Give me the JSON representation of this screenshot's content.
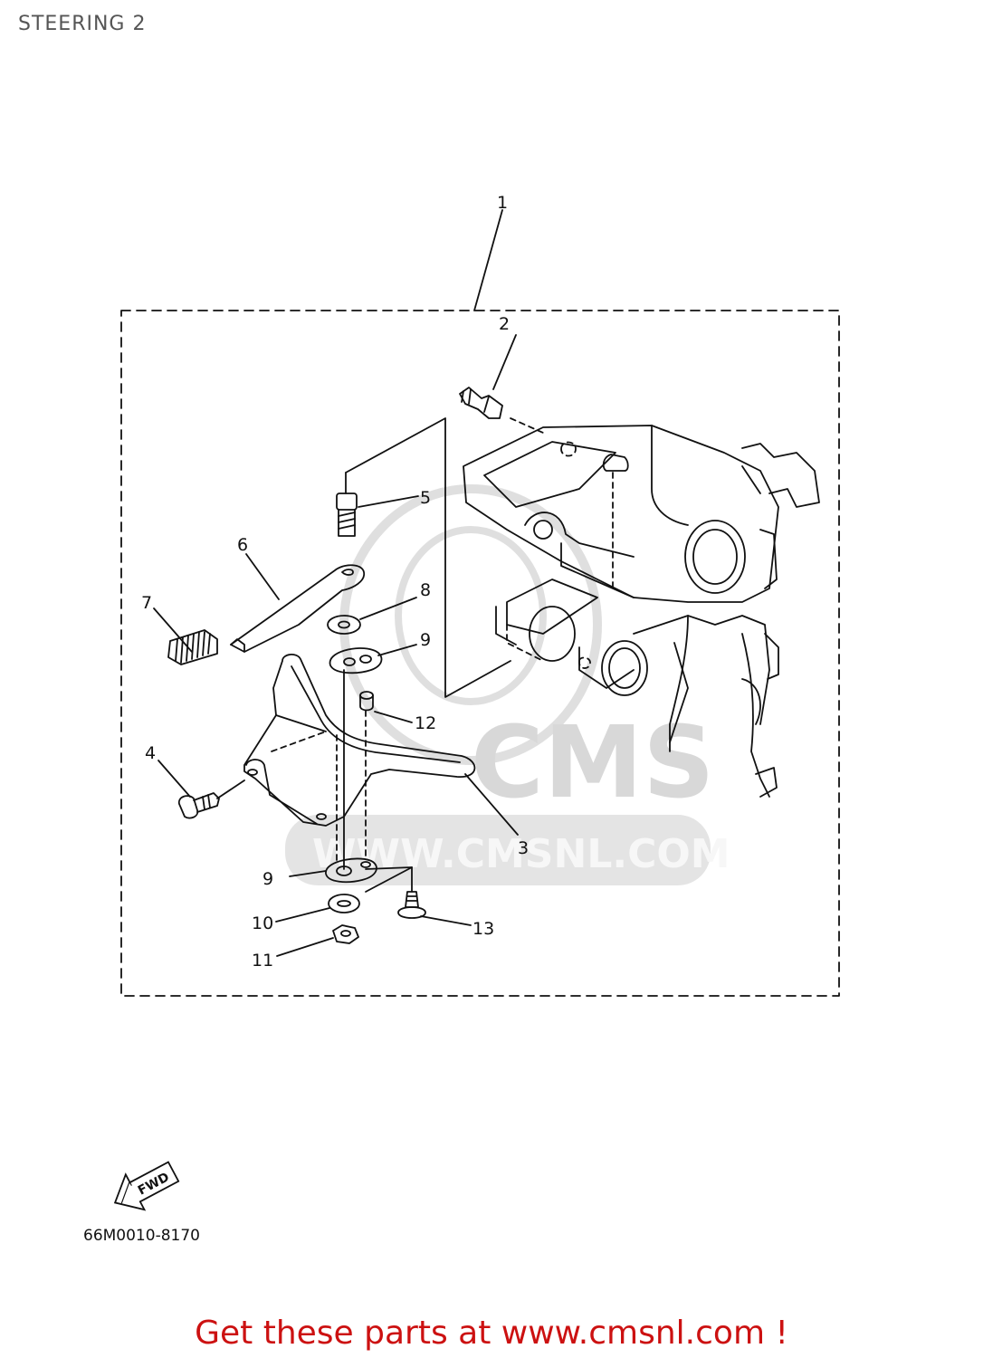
{
  "page": {
    "title": "STEERING 2",
    "part_code": "66M0010-8170",
    "promo": "Get these parts at www.cmsnl.com !"
  },
  "watermark": {
    "brand": "CMS",
    "url": "WWW.CMSNL.COM"
  },
  "fwd_arrow": {
    "text": "FWD"
  },
  "callouts": [
    "1",
    "2",
    "3",
    "4",
    "5",
    "6",
    "7",
    "8",
    "9",
    "9",
    "10",
    "11",
    "12",
    "13"
  ],
  "colors": {
    "title": "#555555",
    "promo": "#cc1111",
    "line": "#111111",
    "watermark": "#d4d4d4"
  }
}
